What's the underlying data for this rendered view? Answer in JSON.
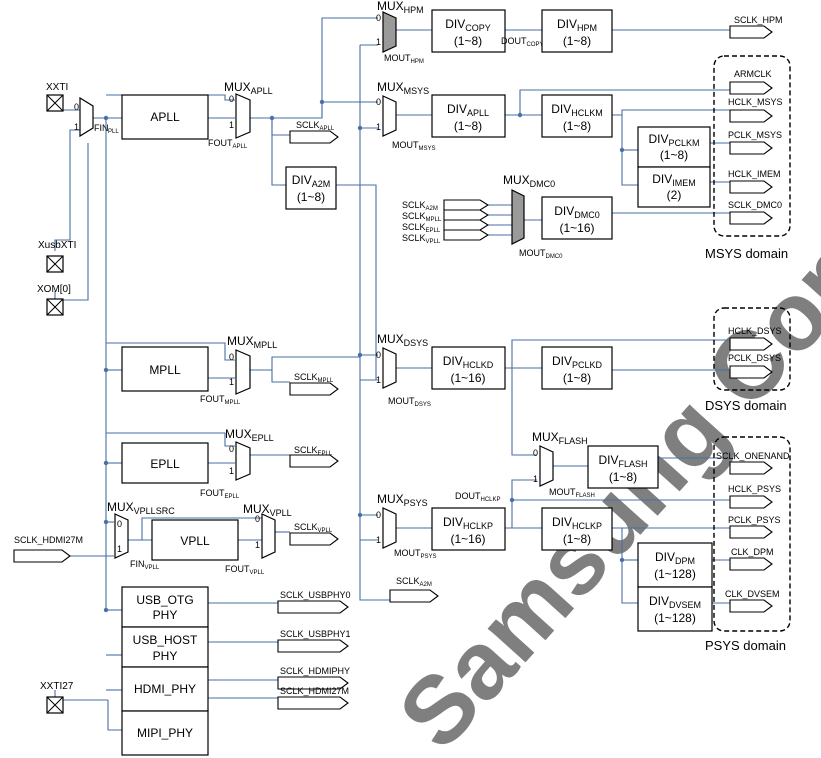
{
  "watermark": "Samsung Confidential",
  "pads": {
    "xxti": "XXTI",
    "xusbxti": "XusbXTI",
    "xom": "XOM[0]",
    "xxti27": "XXTI27"
  },
  "input_clk": "SCLK_HDMI27M",
  "fin_pll": {
    "main": "FIN",
    "sub": "PLL"
  },
  "plls": {
    "apll": "APLL",
    "mpll": "MPLL",
    "epll": "EPLL",
    "vpll": "VPLL"
  },
  "phys": {
    "usb_otg": [
      "USB_OTG",
      "PHY"
    ],
    "usb_host": [
      "USB_HOST",
      "PHY"
    ],
    "hdmi": "HDMI_PHY",
    "mipi": "MIPI_PHY"
  },
  "mux": {
    "prefix": "MUX",
    "apll": "APLL",
    "mpll": "MPLL",
    "epll": "EPLL",
    "vpllsrc": "VPLLSRC",
    "vpll": "VPLL",
    "hpm": "HPM",
    "msys": "MSYS",
    "dsys": "DSYS",
    "psys": "PSYS",
    "dmc0": "DMC0",
    "flash": "FLASH"
  },
  "fout": {
    "prefix": "FOUT",
    "apll": "APLL",
    "mpll": "MPLL",
    "epll": "EPLL",
    "vpll": "VPLL",
    "fin_vpll_main": "FIN",
    "fin_vpll_sub": "VPLL"
  },
  "mout": {
    "prefix": "MOUT",
    "hpm": "HPM",
    "msys": "MSYS",
    "dsys": "DSYS",
    "psys": "PSYS",
    "dmc0": "DMC0",
    "flash": "FLASH"
  },
  "dout": {
    "prefix": "DOUT",
    "copy": "COPY",
    "hclkp": "HCLKP"
  },
  "div": {
    "prefix": "DIV",
    "a2m": {
      "sub": "A2M",
      "range": "(1~8)"
    },
    "copy": {
      "sub": "COPY",
      "range": "(1~8)"
    },
    "hpm": {
      "sub": "HPM",
      "range": "(1~8)"
    },
    "apll": {
      "sub": "APLL",
      "range": "(1~8)"
    },
    "hclkm": {
      "sub": "HCLKM",
      "range": "(1~8)"
    },
    "pclkm": {
      "sub": "PCLKM",
      "range": "(1~8)"
    },
    "imem": {
      "sub": "IMEM",
      "range": "(2)"
    },
    "dmc0": {
      "sub": "DMC0",
      "range": "(1~16)"
    },
    "hclkd": {
      "sub": "HCLKD",
      "range": "(1~16)"
    },
    "pclkd": {
      "sub": "PCLKD",
      "range": "(1~8)"
    },
    "flash": {
      "sub": "FLASH",
      "range": "(1~8)"
    },
    "hclkp1": {
      "sub": "HCLKP",
      "range": "(1~16)"
    },
    "hclkp2": {
      "sub": "HCLKP",
      "range": "(1~8)"
    },
    "dpm": {
      "sub": "DPM",
      "range": "(1~128)"
    },
    "dvsem": {
      "sub": "DVSEM",
      "range": "(1~128)"
    }
  },
  "sclk": {
    "prefix": "SCLK",
    "apll": "APLL",
    "mpll": "MPLL",
    "epll": "EPLL",
    "vpll": "VPLL",
    "a2m": "A2M",
    "usbphy0": "SCLK_USBPHY0",
    "usbphy1": "SCLK_USBPHY1",
    "hdmiphy": "SCLK_HDMIPHY",
    "hdmi27m": "SCLK_HDMI27M"
  },
  "dmc_inputs": [
    {
      "main": "SCLK",
      "sub": "A2M"
    },
    {
      "main": "SCLK",
      "sub": "MPLL"
    },
    {
      "main": "SCLK",
      "sub": "EPLL"
    },
    {
      "main": "SCLK",
      "sub": "VPLL"
    }
  ],
  "outputs": {
    "sclk_hpm": "SCLK_HPM",
    "armclk": "ARMCLK",
    "hclk_msys": "HCLK_MSYS",
    "pclk_msys": "PCLK_MSYS",
    "hclk_imem": "HCLK_IMEM",
    "sclk_dmc0": "SCLK_DMC0",
    "hclk_dsys": "HCLK_DSYS",
    "pclk_dsys": "PCLK_DSYS",
    "sclk_onenand": "SCLK_ONENAND",
    "hclk_psys": "HCLK_PSYS",
    "pclk_psys": "PCLK_PSYS",
    "clk_dpm": "CLK_DPM",
    "clk_dvsem": "CLK_DVSEM"
  },
  "domains": {
    "msys": "MSYS domain",
    "dsys": "DSYS domain",
    "psys": "PSYS domain"
  },
  "mux_inputs": {
    "zero": "0",
    "one": "1"
  }
}
